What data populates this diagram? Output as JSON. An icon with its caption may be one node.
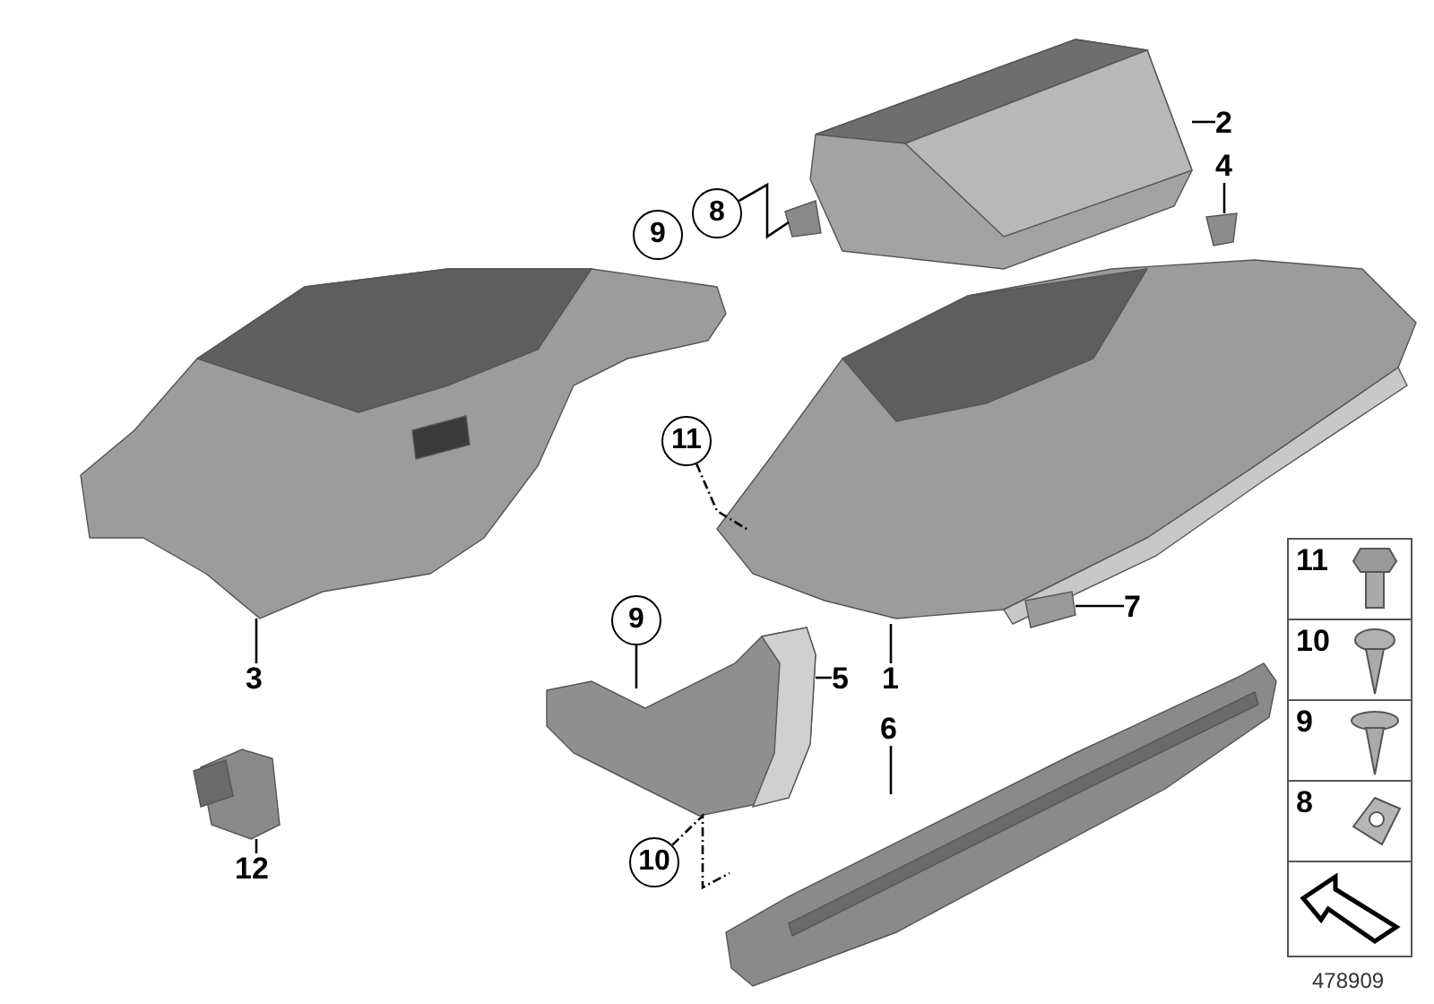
{
  "diagram": {
    "nodes": [
      {
        "text": [
          "2"
        ]
      },
      {
        "text": [],
        "shape": "picture"
      },
      {
        "text": [
          "8"
        ]
      },
      {
        "text": [
          "9"
        ]
      },
      {
        "text": [
          "4"
        ]
      },
      {
        "text": [],
        "shape": "picture"
      },
      {
        "text": [
          "11"
        ]
      },
      {
        "text": [],
        "shape": "picture"
      },
      {
        "text": [
          "3"
        ]
      },
      {
        "text": [],
        "shape": "picture"
      },
      {
        "text": [
          "9"
        ]
      },
      {
        "text": [
          "5"
        ]
      },
      {
        "text": [],
        "shape": "picture"
      },
      {
        "text": [
          "1"
        ]
      },
      {
        "text": [
          "7"
        ]
      },
      {
        "text": [],
        "shape": "picture"
      },
      {
        "text": [
          "6"
        ]
      },
      {
        "text": [],
        "shape": "picture"
      },
      {
        "text": [
          "12"
        ]
      },
      {
        "text": [],
        "shape": "picture"
      },
      {
        "text": [
          "10"
        ]
      }
    ],
    "edges": [
      {
        "from": 0,
        "to": 1,
        "arrow": "none"
      },
      {
        "from": 2,
        "to": 1,
        "arrow": "none"
      },
      {
        "from": 4,
        "to": 5,
        "arrow": "none"
      },
      {
        "from": 6,
        "to": 7,
        "arrow": "none",
        "style": "dashed"
      },
      {
        "from": 8,
        "to": 9,
        "arrow": "none"
      },
      {
        "from": 10,
        "to": 12,
        "arrow": "none"
      },
      {
        "from": 11,
        "to": 12,
        "arrow": "none"
      },
      {
        "from": 13,
        "to": 7,
        "arrow": "none"
      },
      {
        "from": 14,
        "to": 15,
        "arrow": "none"
      },
      {
        "from": 16,
        "to": 17,
        "arrow": "none"
      },
      {
        "from": 18,
        "to": 19,
        "arrow": "none"
      },
      {
        "from": 20,
        "to": 17,
        "arrow": "none",
        "style": "dashed"
      }
    ],
    "labels": [
      "11",
      "10",
      "9",
      "8",
      "478909"
    ]
  }
}
